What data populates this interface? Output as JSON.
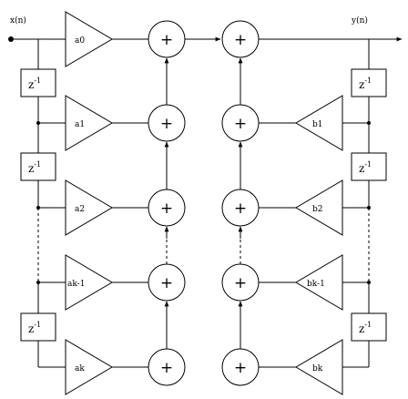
{
  "signals": {
    "input": "x(n)",
    "output": "y(n)"
  },
  "delay": {
    "base": "z",
    "exponent": "-1"
  },
  "adder_symbol": "+",
  "feedforward_gains": [
    "a0",
    "a1",
    "a2",
    "ak-1",
    "ak"
  ],
  "feedback_gains": [
    "b1",
    "b2",
    "bk-1",
    "bk"
  ]
}
